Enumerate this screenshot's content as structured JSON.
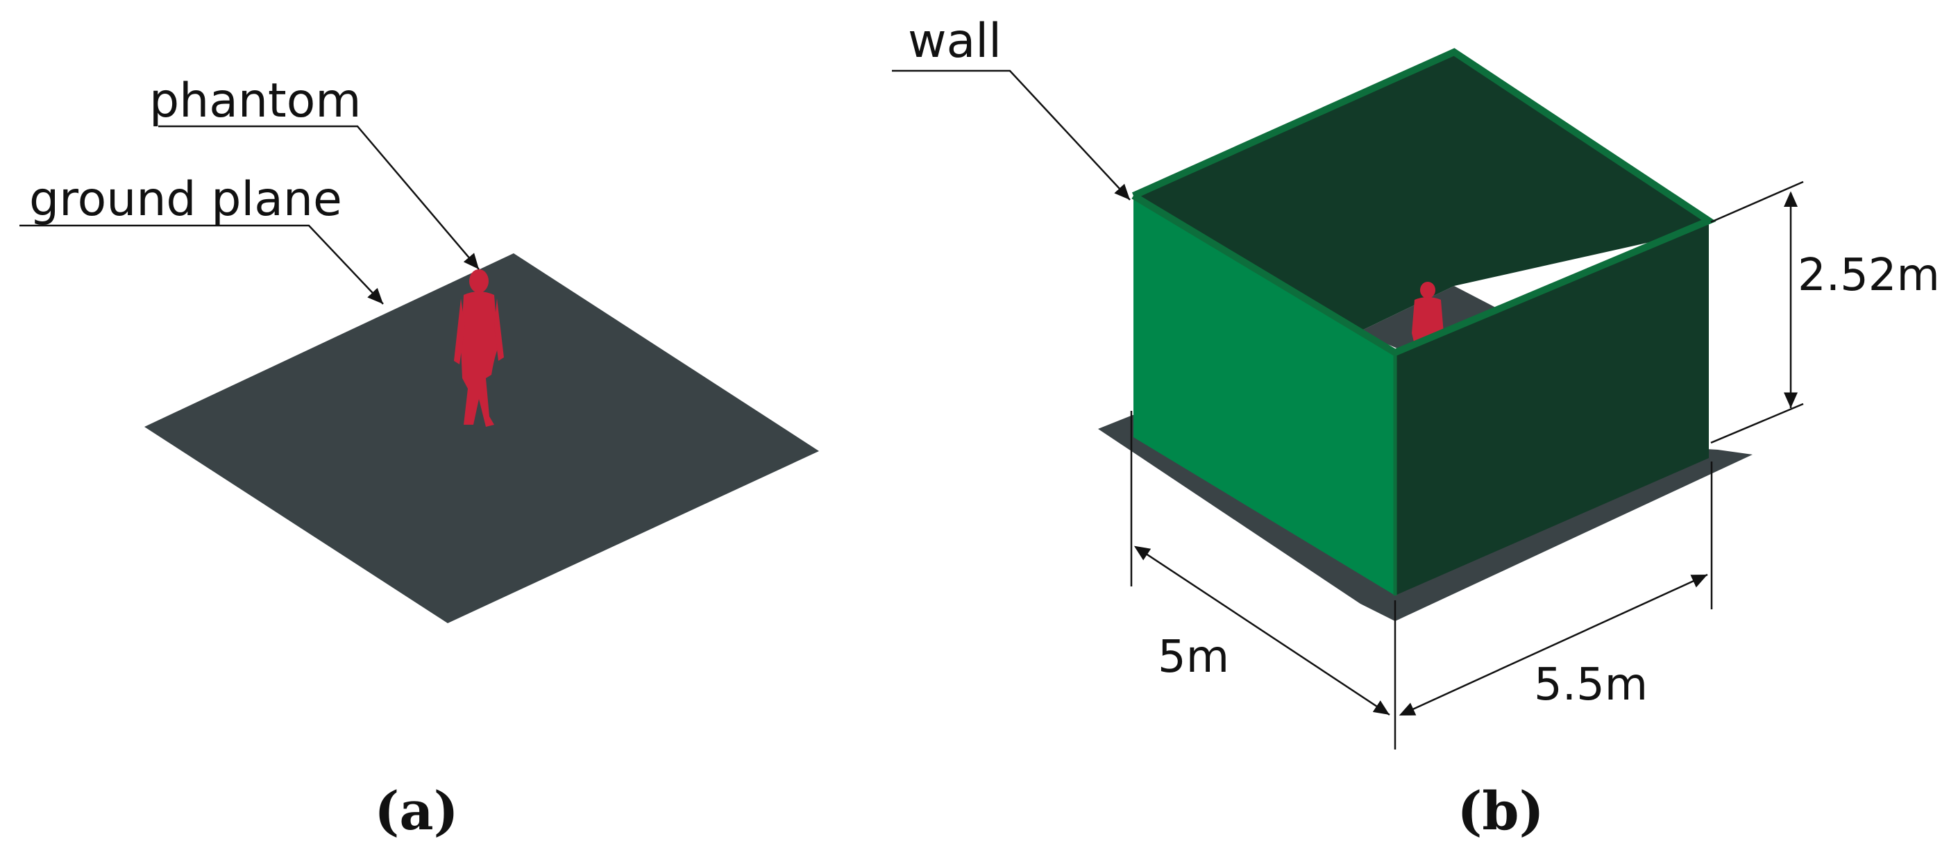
{
  "labels": {
    "phantom": "phantom",
    "ground_plane": "ground plane",
    "wall": "wall"
  },
  "dimensions": {
    "height": "2.52m",
    "depth": "5m",
    "width": "5.5m"
  },
  "captions": {
    "a": "(a)",
    "b": "(b)"
  },
  "colors": {
    "ground": "#3a4346",
    "wall_light": "#00874a",
    "wall_dark": "#123a28",
    "wall_edge": "#0d6e3c",
    "phantom": "#c8233a"
  }
}
